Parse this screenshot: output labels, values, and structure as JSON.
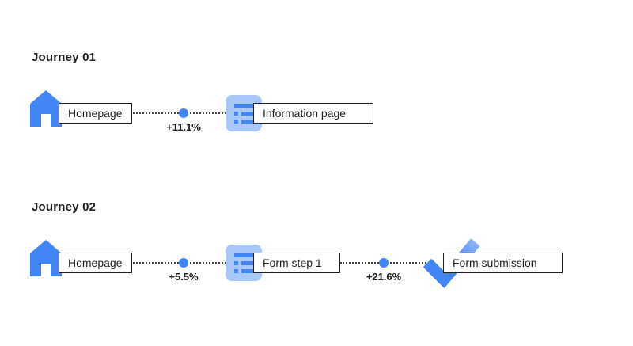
{
  "journeys": [
    {
      "title": "Journey 01",
      "steps": [
        {
          "icon": "home-icon",
          "label": "Homepage"
        },
        {
          "icon": "form-page-icon",
          "label": "Information page"
        }
      ],
      "transitions": [
        {
          "change": "+11.1%"
        }
      ]
    },
    {
      "title": "Journey 02",
      "steps": [
        {
          "icon": "home-icon",
          "label": "Homepage"
        },
        {
          "icon": "form-page-icon",
          "label": "Form step 1"
        },
        {
          "icon": "check-icon",
          "label": "Form submission"
        }
      ],
      "transitions": [
        {
          "change": "+5.5%"
        },
        {
          "change": "+21.6%"
        }
      ]
    }
  ],
  "colors": {
    "primary_blue": "#4285F4",
    "light_blue": "#A8C7FA",
    "text": "#1F1F1F"
  }
}
